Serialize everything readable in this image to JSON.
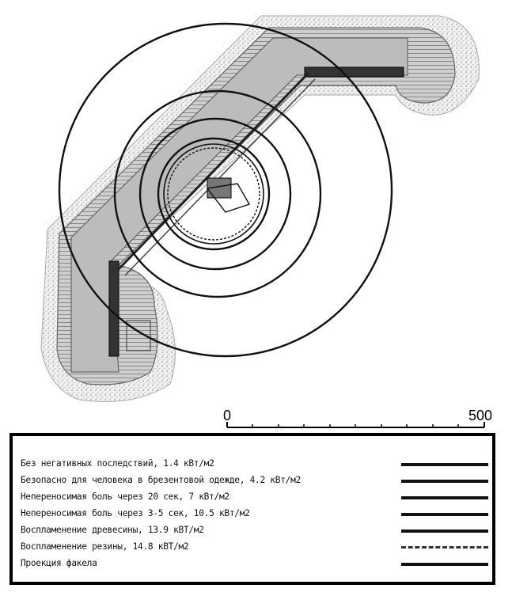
{
  "colors": {
    "ground_stipple": "#bfbfbf",
    "zone_fill": "#d0d0d0",
    "tank_fill": "#b8b8b8",
    "line": "#111111"
  },
  "scale": {
    "min_label": "0",
    "max_label": "500"
  },
  "legend": {
    "items": [
      {
        "label": "Без негативных последствий, 1.4 кВт/м2",
        "style": "solid"
      },
      {
        "label": "Безопасно для человека в брезентовой одежде, 4.2 кВт/м2",
        "style": "solid"
      },
      {
        "label": "Непереносимая боль через 20 сек, 7 кВт/м2",
        "style": "solid"
      },
      {
        "label": "Непереносимая боль через 3-5 сек, 10.5 кВт/м2",
        "style": "solid"
      },
      {
        "label": "Воспламенение древесины, 13.9 кВТ/м2",
        "style": "solid"
      },
      {
        "label": "Воспламенение резины, 14.8 кВТ/м2",
        "style": "dashed"
      },
      {
        "label": "Проекция факела",
        "style": "solid"
      }
    ]
  },
  "zones": [
    {
      "name": "zone-1.4"
    },
    {
      "name": "zone-4.2"
    },
    {
      "name": "zone-7"
    },
    {
      "name": "zone-10.5"
    },
    {
      "name": "zone-13.9"
    },
    {
      "name": "zone-14.8"
    }
  ]
}
